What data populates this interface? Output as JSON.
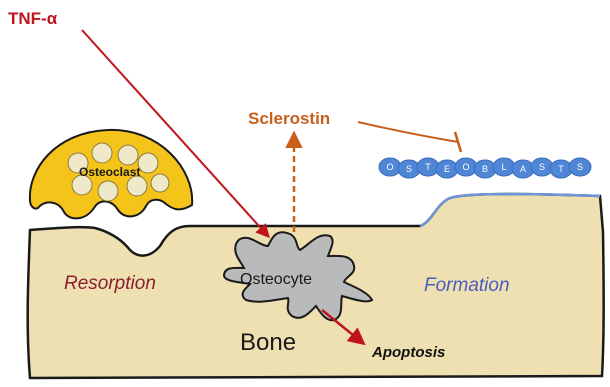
{
  "labels": {
    "tnf": "TNF-α",
    "sclerostin": "Sclerostin",
    "osteoclast": "Osteoclast",
    "resorption": "Resorption",
    "osteocyte": "Osteocyte",
    "bone": "Bone",
    "formation": "Formation",
    "apoptosis": "Apoptosis"
  },
  "osteoblast_letters": [
    "O",
    "S",
    "T",
    "E",
    "O",
    "B",
    "L",
    "A",
    "S",
    "T",
    "S"
  ],
  "colors": {
    "bone_fill": "#efe0b2",
    "tnf_arrow": "#c0141c",
    "sclerostin_arrow": "#c8601c",
    "osteoclast_fill": "#f5c41a",
    "osteocyte_fill": "#b9babb",
    "osteoblast_fill": "#4f86d6",
    "formation_text": "#4a5cc0",
    "resorption_text": "#8a1f2c"
  }
}
